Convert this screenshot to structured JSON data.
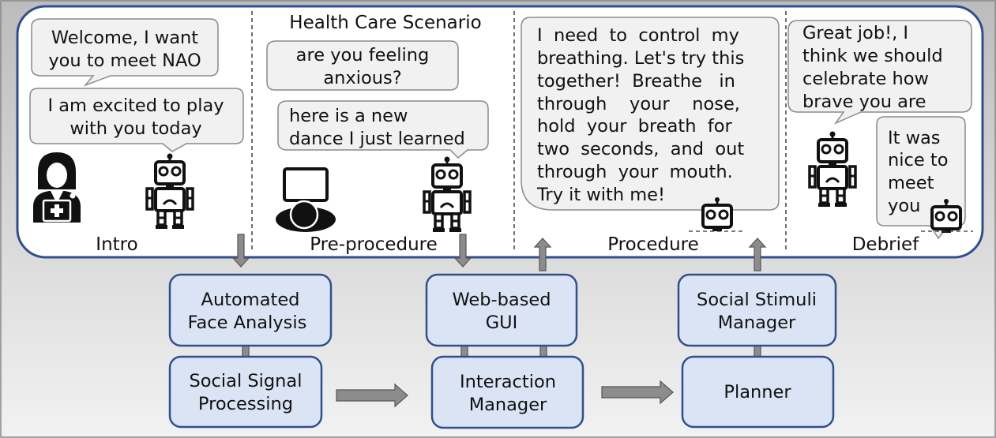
{
  "scenario_title": "Health Care Scenario",
  "phases": [
    "Intro",
    "Pre-procedure",
    "Procedure",
    "Debrief"
  ],
  "bubbles": {
    "intro_1": [
      "Welcome, I want",
      "you to meet NAO"
    ],
    "intro_2": [
      "I am excited to play",
      "with you today"
    ],
    "pre_1": [
      "are you feeling",
      "anxious?"
    ],
    "pre_2": [
      "here is a new",
      "dance I just learned"
    ],
    "procedure": [
      "I  need  to  control  my",
      "breathing. Let's try this",
      "together!  Breathe   in",
      "through    your    nose,",
      "hold  your  breath  for",
      "two  seconds,  and  out",
      "through  your  mouth.",
      "Try it with me!"
    ],
    "debrief_1": [
      "Great job!, I",
      "think we should",
      "celebrate how",
      "brave you are"
    ],
    "debrief_2": [
      "It was",
      "nice to",
      "meet",
      "you"
    ]
  },
  "modules": {
    "face_analysis": [
      "Automated",
      "Face Analysis"
    ],
    "social_signal": [
      "Social Signal",
      "Processing"
    ],
    "web_gui": [
      "Web-based",
      "GUI"
    ],
    "interaction_manager": [
      "Interaction",
      "Manager"
    ],
    "social_stimuli": [
      "Social Stimuli",
      "Manager"
    ],
    "planner": [
      "Planner"
    ]
  },
  "icons": {
    "nurse": "nurse-icon",
    "robot": "robot-icon",
    "tablet_user": "tablet-user-icon"
  },
  "colors": {
    "panel_border": "#2f4f8f",
    "box_fill": "#dbe4f4",
    "bubble_fill": "#f1f1f1",
    "arrow_fill": "#8c8c8c"
  }
}
